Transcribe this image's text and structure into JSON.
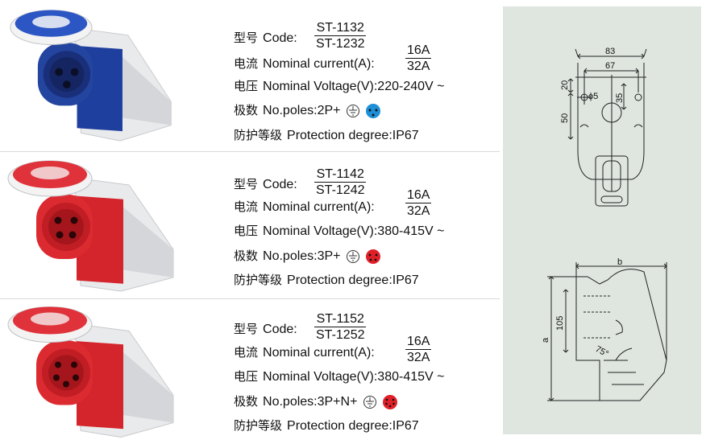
{
  "products": [
    {
      "color_name": "blue",
      "body_color": "#1f3f9e",
      "code_label": "Code:",
      "code_label_zh": "型号",
      "code_top": "ST-1132",
      "code_bottom": "ST-1232",
      "current_label_zh": "电流",
      "current_label": "Nominal current(A):",
      "current_top": "16A",
      "current_bottom": "32A",
      "voltage_label_zh": "电压",
      "voltage_text": "Nominal Voltage(V):220-240V ~",
      "poles_label_zh": "极数",
      "poles_text": "No.poles:2P+",
      "protection_label_zh": "防护等级",
      "protection_text": "Protection degree:IP67",
      "socket_icon_color": "#1e8fd6"
    },
    {
      "color_name": "red",
      "body_color": "#d4242c",
      "code_label": "Code:",
      "code_label_zh": "型号",
      "code_top": "ST-1142",
      "code_bottom": "ST-1242",
      "current_label_zh": "电流",
      "current_label": "Nominal current(A):",
      "current_top": "16A",
      "current_bottom": "32A",
      "voltage_label_zh": "电压",
      "voltage_text": "Nominal Voltage(V):380-415V ~",
      "poles_label_zh": "极数",
      "poles_text": "No.poles:3P+",
      "protection_label_zh": "防护等级",
      "protection_text": "Protection degree:IP67",
      "socket_icon_color": "#e02028"
    },
    {
      "color_name": "red",
      "body_color": "#d4242c",
      "code_label": "Code:",
      "code_label_zh": "型号",
      "code_top": "ST-1152",
      "code_bottom": "ST-1252",
      "current_label_zh": "电流",
      "current_label": "Nominal current(A):",
      "current_top": "16A",
      "current_bottom": "32A",
      "voltage_label_zh": "电压",
      "voltage_text": "Nominal Voltage(V):380-415V ~",
      "poles_label_zh": "极数",
      "poles_text": "No.poles:3P+N+",
      "protection_label_zh": "防护等级",
      "protection_text": "Protection degree:IP67",
      "socket_icon_color": "#e02028"
    }
  ],
  "drawing_front": {
    "dim_width_outer": "83",
    "dim_width_inner": "67",
    "dim_top_offset": "20",
    "dim_hole": "ϕ5",
    "dim_hole_spacing": "35",
    "dim_vertical": "50"
  },
  "drawing_side": {
    "dim_b": "b",
    "dim_a": "a",
    "dim_height": "105",
    "dim_angle": "75°"
  },
  "colors": {
    "panel_bg": "#dfe6e0",
    "housing_white": "#f2f2f2",
    "blue": "#1f3f9e",
    "red": "#d4242c"
  }
}
